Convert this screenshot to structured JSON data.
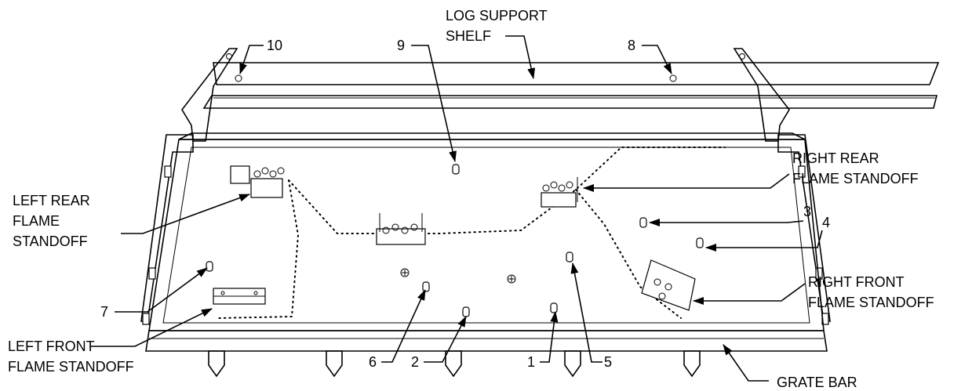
{
  "labels": {
    "log_support_shelf": [
      "LOG SUPPORT",
      "SHELF"
    ],
    "right_rear_flame_standoff": [
      "RIGHT REAR",
      "FLAME STANDOFF"
    ],
    "left_rear_flame_standoff": [
      "LEFT REAR",
      "FLAME",
      "STANDOFF"
    ],
    "right_front_flame_standoff": [
      "RIGHT FRONT",
      "FLAME STANDOFF"
    ],
    "left_front_flame_standoff": [
      "LEFT FRONT",
      "FLAME STANDOFF"
    ],
    "grate_bar": "GRATE BAR"
  },
  "callouts": {
    "n1": "1",
    "n2": "2",
    "n3": "3",
    "n4": "4",
    "n5": "5",
    "n6": "6",
    "n7": "7",
    "n8": "8",
    "n9": "9",
    "n10": "10"
  }
}
